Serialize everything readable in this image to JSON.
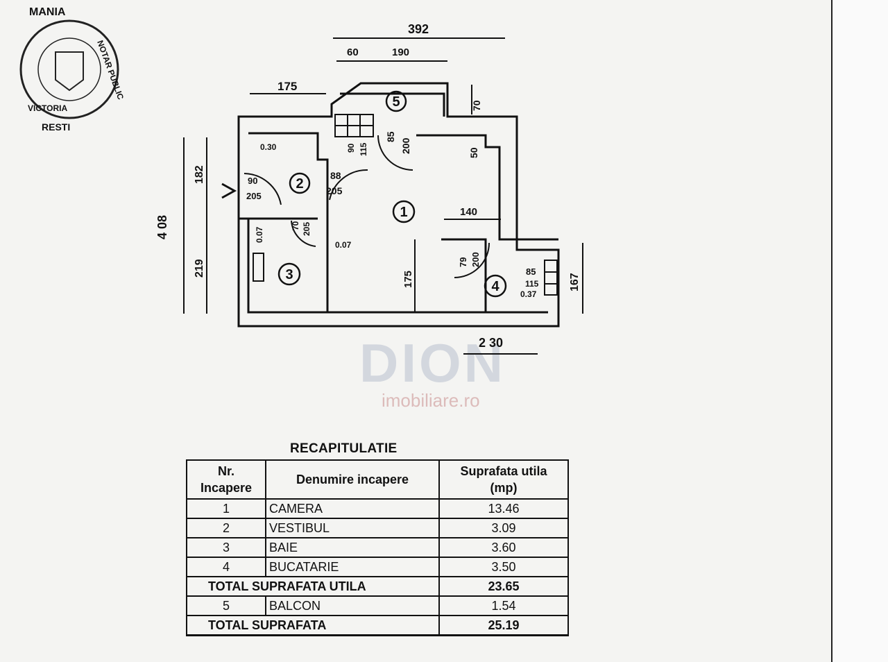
{
  "plan": {
    "dimensions": {
      "top_total": "392",
      "top_a": "60",
      "top_b": "190",
      "left_offset": "175",
      "balcony_depth": "70",
      "left_total": "4 08",
      "left_upper": "182",
      "left_lower": "219",
      "right_wall": "167",
      "bottom": "2 30",
      "wall_a": "0.30",
      "wall_b": "0.07",
      "wall_c": "0.07",
      "wall_d": "0.37",
      "inner_140": "140",
      "inner_175": "175",
      "inner_50": "50",
      "door_entry": "90",
      "door_entry_h": "205",
      "door_vest": "88",
      "door_vest_h": "205",
      "door_baie": "70",
      "door_baie_h": "205",
      "door_balcon": "85",
      "door_balcon_h": "200",
      "win_small": "90",
      "win_small_h": "115",
      "door_kitchen": "79",
      "door_kitchen_h": "200",
      "win_kitchen": "85",
      "win_kitchen_h": "115"
    },
    "rooms": [
      "1",
      "2",
      "3",
      "4",
      "5"
    ]
  },
  "stamp": {
    "text_top": "MANIA",
    "text_right": "NOTAR PUBLIC",
    "text_bottom": "VICTORIA",
    "text_city": "RESTI"
  },
  "watermark": {
    "brand": "DION",
    "site": "imobiliare.ro"
  },
  "recap": {
    "title": "RECAPITULATIE",
    "headers": {
      "nr_line1": "Nr.",
      "nr_line2": "Incapere",
      "name": "Denumire incapere",
      "area_line1": "Suprafata utila",
      "area_line2": "(mp)"
    },
    "rows": [
      {
        "nr": "1",
        "name": "CAMERA",
        "area": "13.46"
      },
      {
        "nr": "2",
        "name": "VESTIBUL",
        "area": "3.09"
      },
      {
        "nr": "3",
        "name": "BAIE",
        "area": "3.60"
      },
      {
        "nr": "4",
        "name": "BUCATARIE",
        "area": "3.50"
      }
    ],
    "total_util_label": "TOTAL SUPRAFATA UTILA",
    "total_util_value": "23.65",
    "balcon": {
      "nr": "5",
      "name": "BALCON",
      "area": "1.54"
    },
    "total_label": "TOTAL SUPRAFATA",
    "total_value": "25.19"
  }
}
